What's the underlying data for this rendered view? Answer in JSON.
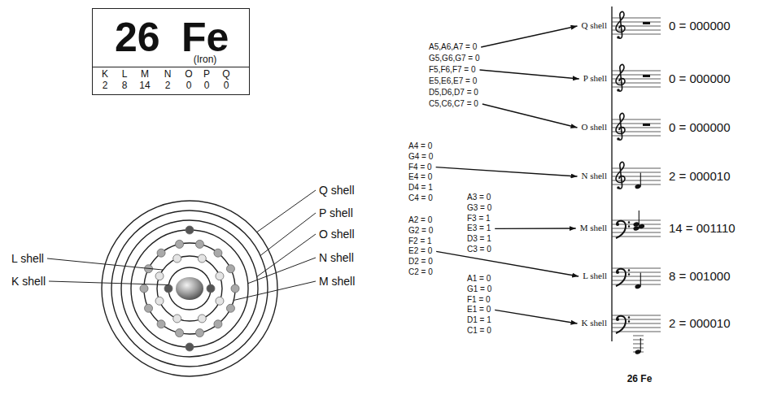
{
  "diagram": {
    "nodes": [
      {
        "text": [
          "26",
          "Fe",
          "(Iron)",
          "K",
          "L",
          "M",
          "N",
          "O",
          "P",
          "Q",
          "2",
          "8",
          "14",
          "2",
          "0",
          "0",
          "0"
        ]
      }
    ],
    "labels": [
      "Q shell",
      "P shell",
      "O shell",
      "L shell",
      "N shell",
      "K shell",
      "M shell",
      "A5,A6,A7 = 0",
      "G5,G6,G7 = 0",
      "F5,F6,F7 = 0",
      "E5,E6,E7 = 0",
      "D5,D6,D7 = 0",
      "C5,C6,C7 = 0",
      "Q shell",
      "0 = 000000",
      "P shell",
      "0 = 000000",
      "O shell",
      "0 = 000000",
      "A4 = 0",
      "G4 = 0",
      "F4 = 0",
      "E4 = 0",
      "D4 = 1",
      "C4 = 0",
      "N shell",
      "2 = 000010",
      "A3 = 0",
      "G3 = 0",
      "F3 = 1",
      "E3 = 1",
      "D3 = 1",
      "C3 = 0",
      "M shell",
      "14 = 001110",
      "A2 = 0",
      "G2 = 0",
      "F2 = 1",
      "E2 = 0",
      "D2 = 0",
      "C2 = 0",
      "L shell",
      "8 = 001000",
      "A1 = 0",
      "G1 = 0",
      "F1 = 0",
      "E1 = 0",
      "D1 = 1",
      "C1 = 0",
      "K shell",
      "2 = 000010",
      "26 Fe"
    ]
  }
}
